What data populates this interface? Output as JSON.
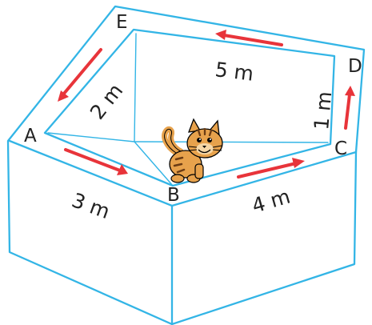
{
  "colors": {
    "outline": "#33b5e6",
    "arrow": "#e8343a",
    "text": "#222222",
    "cat_fur": "#e7a24c",
    "cat_stripe": "#6b3c14"
  },
  "vertices": {
    "A": "A",
    "B": "B",
    "C": "C",
    "D": "D",
    "E": "E"
  },
  "lengths": {
    "AB": "3 m",
    "BC": "4 m",
    "CD": "1 m",
    "DE": "5 m",
    "EA": "2 m"
  },
  "walk": {
    "order": [
      "A",
      "B",
      "C",
      "D",
      "E",
      "A"
    ],
    "arrows": [
      "A-B",
      "B-C",
      "C-D",
      "D-E",
      "E-A"
    ]
  },
  "figure": {
    "icon": "cat-icon"
  }
}
